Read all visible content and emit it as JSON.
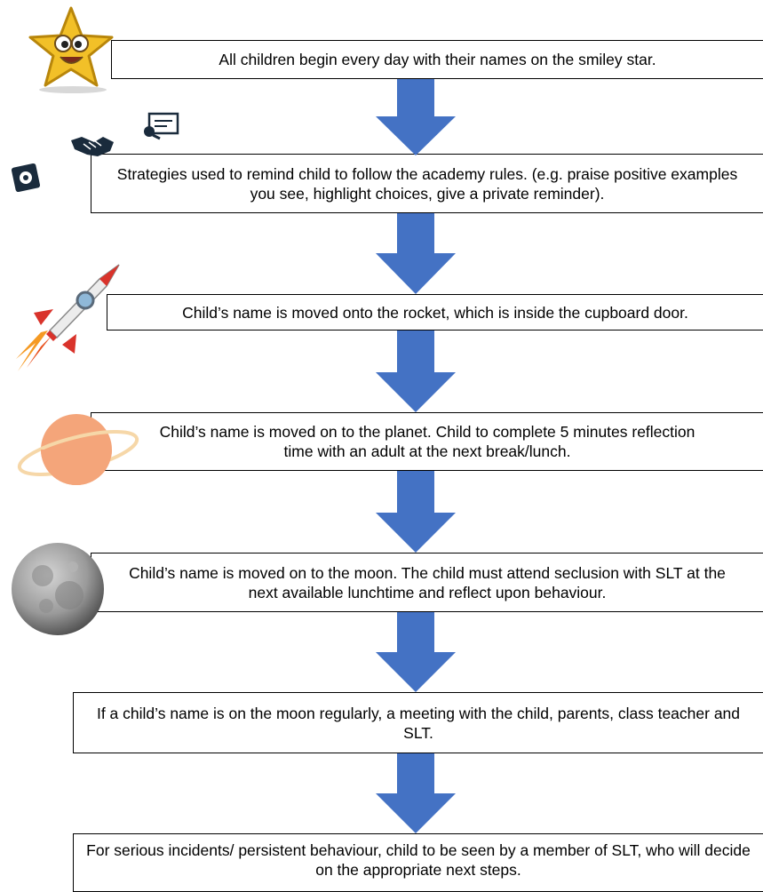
{
  "steps": [
    {
      "text": "All children begin every day with their names on the smiley star."
    },
    {
      "text": "Strategies used to remind child to follow the academy rules. (e.g. praise positive examples you see, highlight choices, give a private reminder)."
    },
    {
      "text": "Child’s name is moved onto the rocket, which is inside the cupboard door."
    },
    {
      "text": "Child’s name is moved on to the planet. Child to complete 5 minutes reflection time with an adult at the next break/lunch."
    },
    {
      "text": "Child’s name is moved on to the moon. The child must attend seclusion with SLT at the next available lunchtime and reflect upon behaviour."
    },
    {
      "text": "If a child’s name is on the moon regularly, a meeting with the child, parents, class teacher and SLT."
    },
    {
      "text": "For serious incidents/ persistent behaviour, child to be seen by a member of SLT, who will decide on the appropriate next steps."
    }
  ],
  "colors": {
    "arrow": "#4472C4",
    "star": "#F2C028",
    "planet": "#F4A57A",
    "rocket_red": "#D9332B",
    "moon": "#9A9A9A"
  },
  "icons": [
    "smiley-star-icon",
    "certificate-icon",
    "handshake-icon",
    "safe-icon",
    "rocket-icon",
    "planet-icon",
    "moon-icon"
  ]
}
